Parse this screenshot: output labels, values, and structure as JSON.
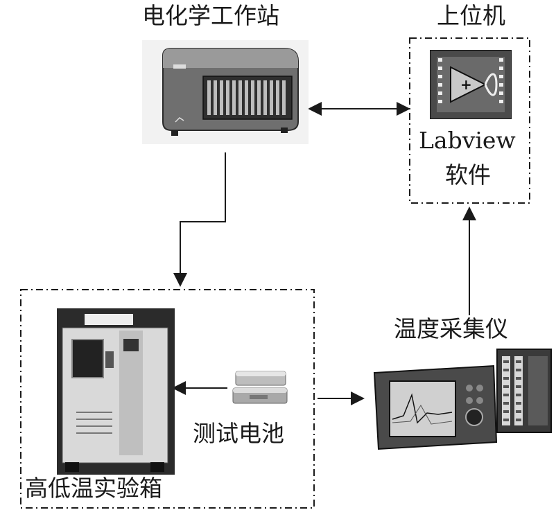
{
  "labels": {
    "workstation": "电化学工作站",
    "host": "上位机",
    "labview_line1": "Labview",
    "labview_line2": "软件",
    "collector": "温度采集仪",
    "battery": "测试电池",
    "chamber": "高低温实验箱"
  },
  "colors": {
    "line": "#1a1a1a",
    "device_dark": "#3a3a3a",
    "device_mid": "#8c8c8c",
    "device_light": "#d6d6d6"
  }
}
